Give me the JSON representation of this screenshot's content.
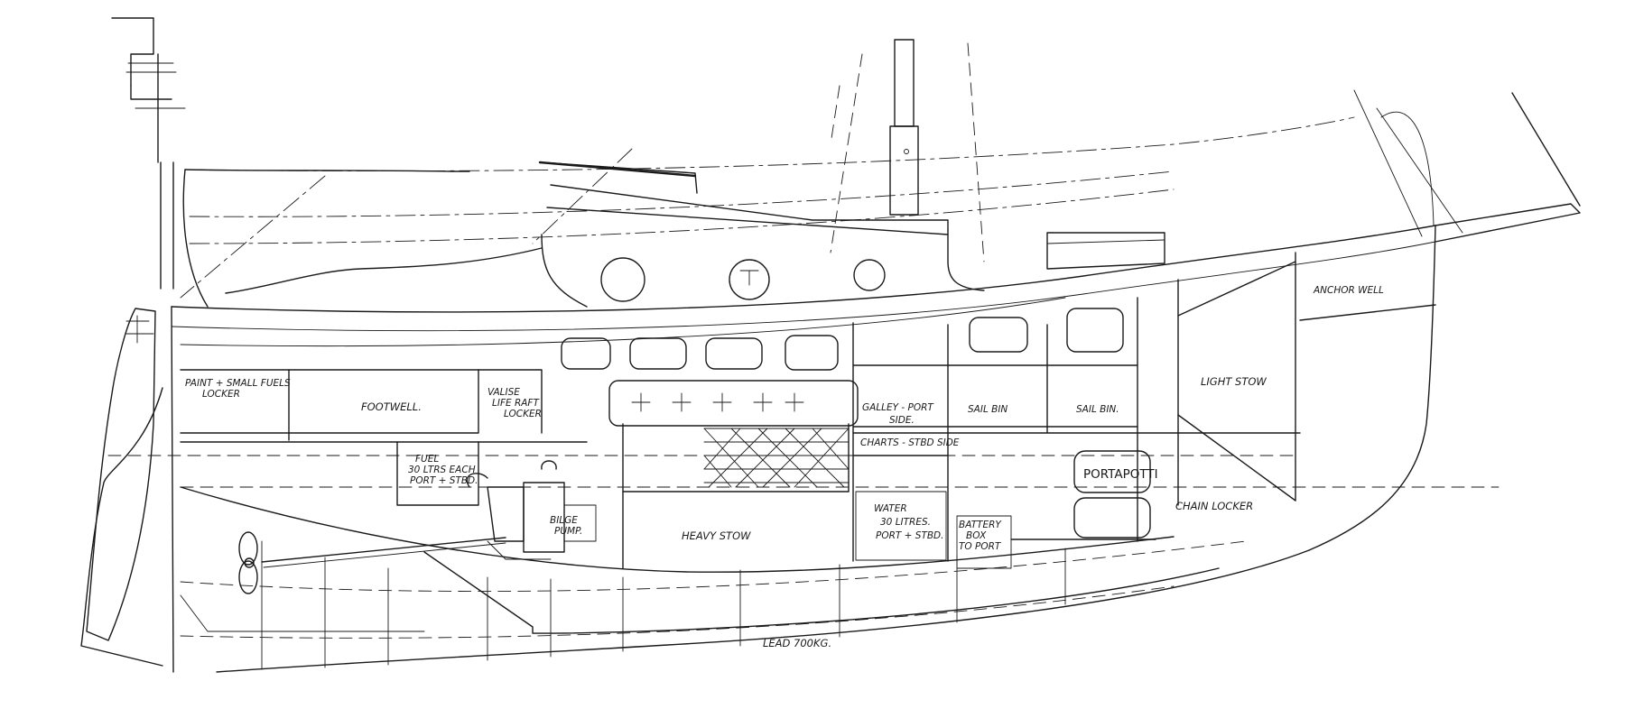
{
  "labels": {
    "paint_locker": [
      "PAINT + SMALL FUELS",
      "LOCKER"
    ],
    "footwell": "FOOTWELL.",
    "valise": [
      "VALISE",
      "LIFE RAFT",
      "LOCKER"
    ],
    "fuel": [
      "FUEL",
      "30 LTRS EACH",
      "PORT + STBD."
    ],
    "bilge_pump": [
      "BILGE",
      "PUMP."
    ],
    "heavy_stow": "HEAVY STOW",
    "galley": [
      "GALLEY - PORT",
      "SIDE."
    ],
    "charts": "CHARTS - STBD SIDE",
    "water": [
      "WATER",
      "30 LITRES.",
      "PORT + STBD."
    ],
    "battery": [
      "BATTERY",
      "BOX",
      "TO PORT"
    ],
    "sail_bin_1": "SAIL BIN",
    "sail_bin_2": "SAIL BIN.",
    "porta_potti": "PORTAPOTTI",
    "light_stow": "LIGHT STOW",
    "chain_locker": "CHAIN LOCKER",
    "anchor_well": "ANCHOR WELL",
    "lead": "LEAD 700KG."
  }
}
